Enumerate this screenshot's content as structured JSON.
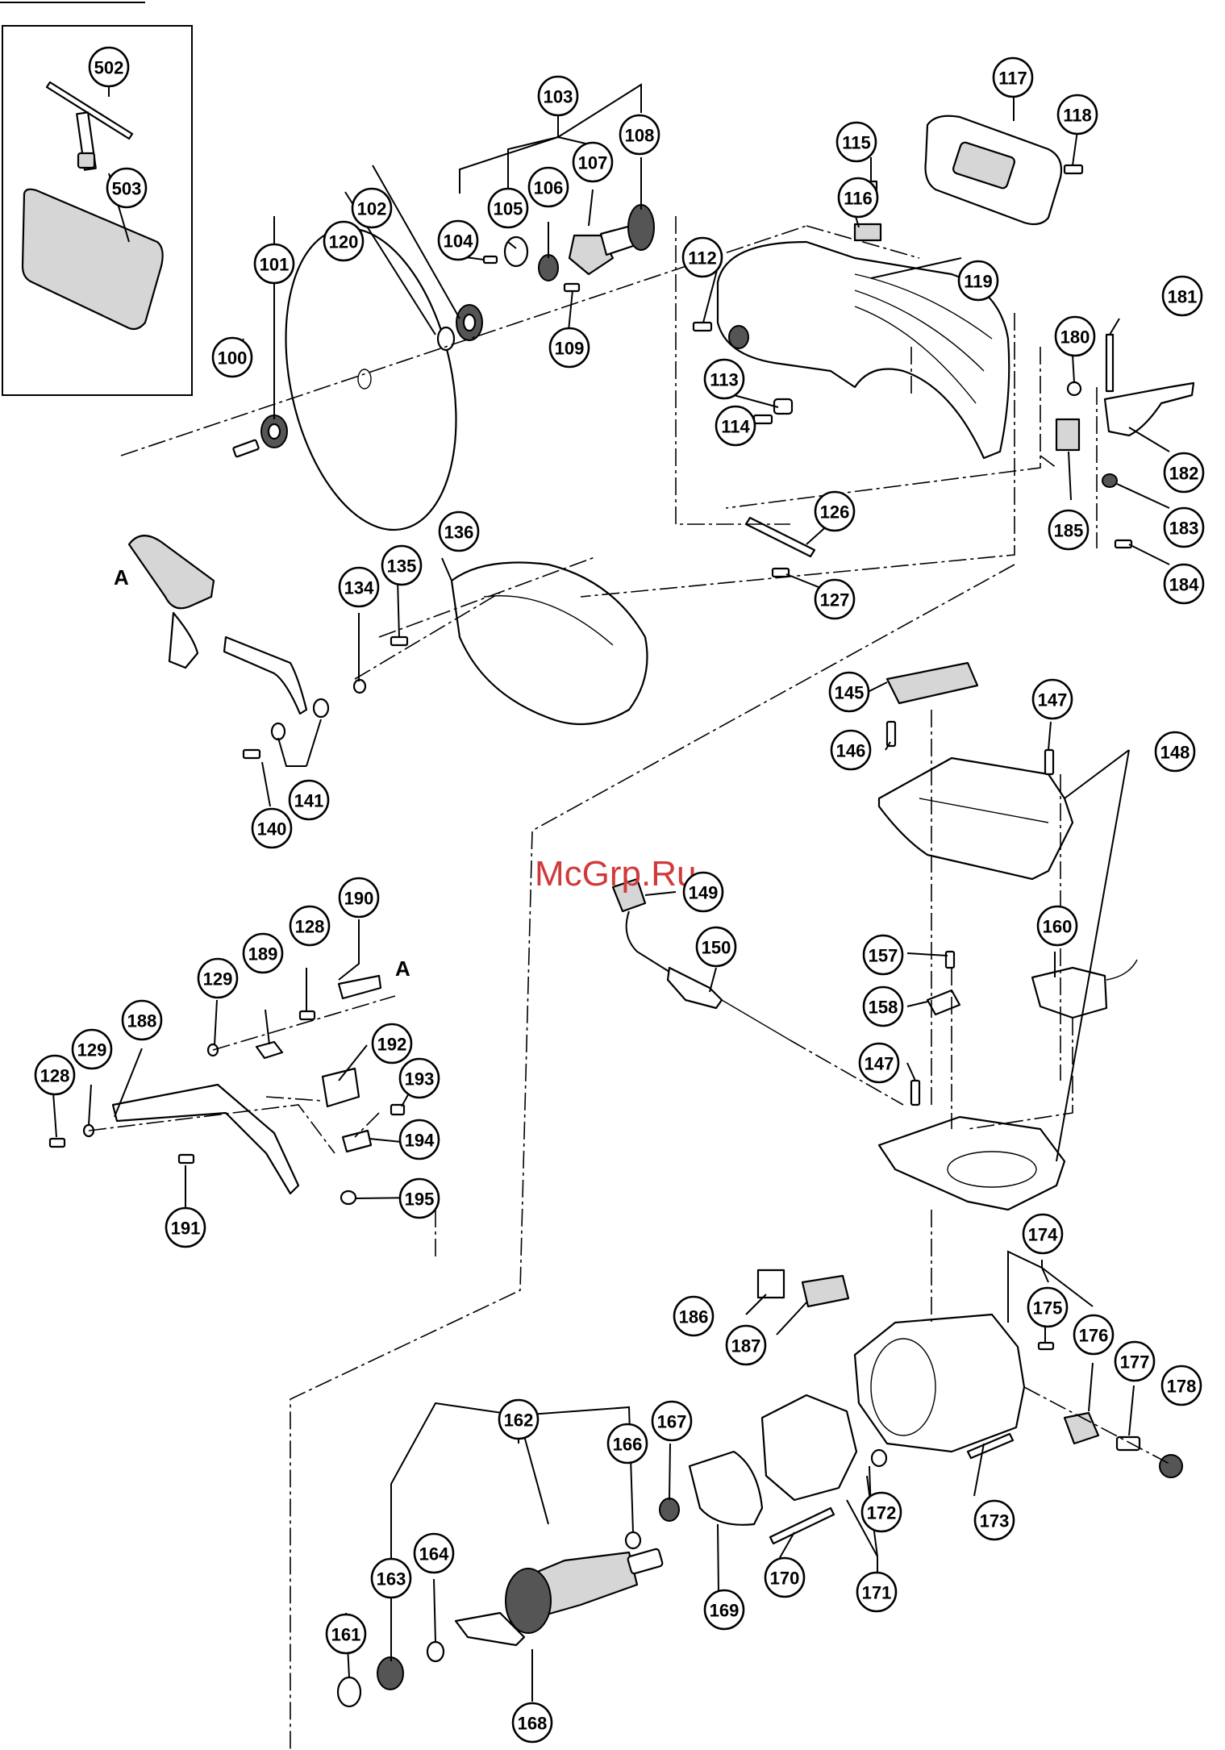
{
  "watermark": "McGrp.Ru",
  "ref_letters": [
    "A",
    "A"
  ],
  "parts": [
    {
      "no": "502"
    },
    {
      "no": "503"
    },
    {
      "no": "100"
    },
    {
      "no": "101"
    },
    {
      "no": "102"
    },
    {
      "no": "103"
    },
    {
      "no": "104"
    },
    {
      "no": "105"
    },
    {
      "no": "106"
    },
    {
      "no": "107"
    },
    {
      "no": "108"
    },
    {
      "no": "109"
    },
    {
      "no": "112"
    },
    {
      "no": "113"
    },
    {
      "no": "114"
    },
    {
      "no": "115"
    },
    {
      "no": "116"
    },
    {
      "no": "117"
    },
    {
      "no": "118"
    },
    {
      "no": "119"
    },
    {
      "no": "120"
    },
    {
      "no": "126"
    },
    {
      "no": "127"
    },
    {
      "no": "128"
    },
    {
      "no": "128"
    },
    {
      "no": "129"
    },
    {
      "no": "129"
    },
    {
      "no": "134"
    },
    {
      "no": "135"
    },
    {
      "no": "136"
    },
    {
      "no": "140"
    },
    {
      "no": "141"
    },
    {
      "no": "145"
    },
    {
      "no": "146"
    },
    {
      "no": "147"
    },
    {
      "no": "147"
    },
    {
      "no": "148"
    },
    {
      "no": "149"
    },
    {
      "no": "150"
    },
    {
      "no": "157"
    },
    {
      "no": "158"
    },
    {
      "no": "160"
    },
    {
      "no": "161"
    },
    {
      "no": "162"
    },
    {
      "no": "163"
    },
    {
      "no": "164"
    },
    {
      "no": "166"
    },
    {
      "no": "167"
    },
    {
      "no": "168"
    },
    {
      "no": "169"
    },
    {
      "no": "170"
    },
    {
      "no": "171"
    },
    {
      "no": "172"
    },
    {
      "no": "173"
    },
    {
      "no": "174"
    },
    {
      "no": "175"
    },
    {
      "no": "176"
    },
    {
      "no": "177"
    },
    {
      "no": "178"
    },
    {
      "no": "180"
    },
    {
      "no": "181"
    },
    {
      "no": "182"
    },
    {
      "no": "183"
    },
    {
      "no": "184"
    },
    {
      "no": "185"
    },
    {
      "no": "186"
    },
    {
      "no": "187"
    },
    {
      "no": "188"
    },
    {
      "no": "189"
    },
    {
      "no": "190"
    },
    {
      "no": "191"
    },
    {
      "no": "192"
    },
    {
      "no": "193"
    },
    {
      "no": "194"
    },
    {
      "no": "195"
    }
  ]
}
